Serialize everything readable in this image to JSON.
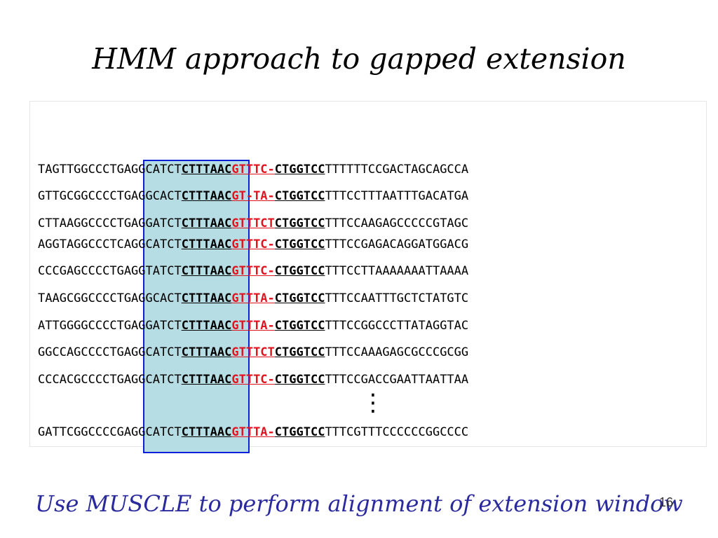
{
  "slide": {
    "title": "HMM approach to gapped extension",
    "caption": "Use MUSCLE to perform alignment of extension window",
    "number": "16",
    "ellipsis": "⋮"
  },
  "colors": {
    "gap_text": "#e0141e",
    "highlight_fill": "#b7dde4",
    "highlight_border": "#0a1fd6",
    "caption": "#2a2a9c"
  },
  "sequences": [
    {
      "left": "TAGTTGGCCCTGAGGCATCT",
      "core": "CTTTAAC",
      "gap": "GTTTC-",
      "core2": "CTGGTCC",
      "right": "TTTTTTCCGACTAGCAGCCA"
    },
    {
      "left": "GTTGCGGCCCCTGAGGCACT",
      "core": "CTTTAAC",
      "gap": "GT-TA-",
      "core2": "CTGGTCC",
      "right": "TTTCCTTTAATTTGACATGA"
    },
    {
      "left": "CTTAAGGCCCCTGAGGATCT",
      "core": "CTTTAAC",
      "gap": "GTTTCT",
      "core2": "CTGGTCC",
      "right": "TTTCCAAGAGCCCCCGTAGC"
    },
    {
      "left": "AGGTAGGCCCTCAGGCATCT",
      "core": "CTTTAAC",
      "gap": "GTTTC-",
      "core2": "CTGGTCC",
      "right": "TTTCCGAGACAGGATGGACG"
    },
    {
      "left": "CCCGAGCCCCTGAGGTATCT",
      "core": "CTTTAAC",
      "gap": "GTTTC-",
      "core2": "CTGGTCC",
      "right": "TTTCCTTAAAAAAATTAAAA"
    },
    {
      "left": "TAAGCGGCCCCTGAGGCACT",
      "core": "CTTTAAC",
      "gap": "GTTTA-",
      "core2": "CTGGTCC",
      "right": "TTTCCAATTTGCTCTATGTC"
    },
    {
      "left": "ATTGGGGCCCCTGAGGATCT",
      "core": "CTTTAAC",
      "gap": "GTTTA-",
      "core2": "CTGGTCC",
      "right": "TTTCCGGCCCTTATAGGTAC"
    },
    {
      "left": "GGCCAGCCCCTGAGGCATCT",
      "core": "CTTTAAC",
      "gap": "GTTTCT",
      "core2": "CTGGTCC",
      "right": "TTTCCAAAGAGCGCCCGCGG"
    },
    {
      "left": "CCCACGCCCCTGAGGCATCT",
      "core": "CTTTAAC",
      "gap": "GTTTC-",
      "core2": "CTGGTCC",
      "right": "TTTCCGACCGAATTAATTAA"
    },
    {
      "left": "GATTCGGCCCCGAGGCATCT",
      "core": "CTTTAAC",
      "gap": "GTTTA-",
      "core2": "CTGGTCC",
      "right": "TTTCGTTTCCCCCCGGCCCC"
    }
  ]
}
